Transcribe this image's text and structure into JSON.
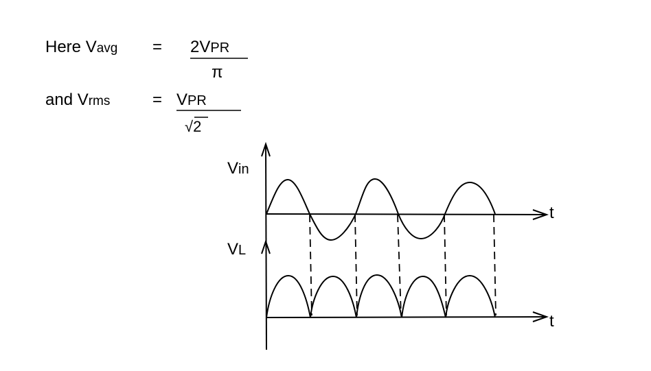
{
  "equations": {
    "avg": {
      "prefix": "Here V",
      "sub": "avg",
      "eq": "=",
      "num_main": "2V",
      "num_sub": "PR",
      "den": "π"
    },
    "rms": {
      "prefix": "and V",
      "sub": "rms",
      "eq": "=",
      "num_main": "V",
      "num_sub": "PR",
      "den_root": "√",
      "den_val": "2"
    }
  },
  "waveforms": {
    "input": {
      "label_main": "V",
      "label_sub": "in",
      "axis_label": "t"
    },
    "output": {
      "label_main": "V",
      "label_sub": "L",
      "axis_label": "t"
    }
  },
  "colors": {
    "ink": "#000000",
    "background": "#ffffff"
  }
}
